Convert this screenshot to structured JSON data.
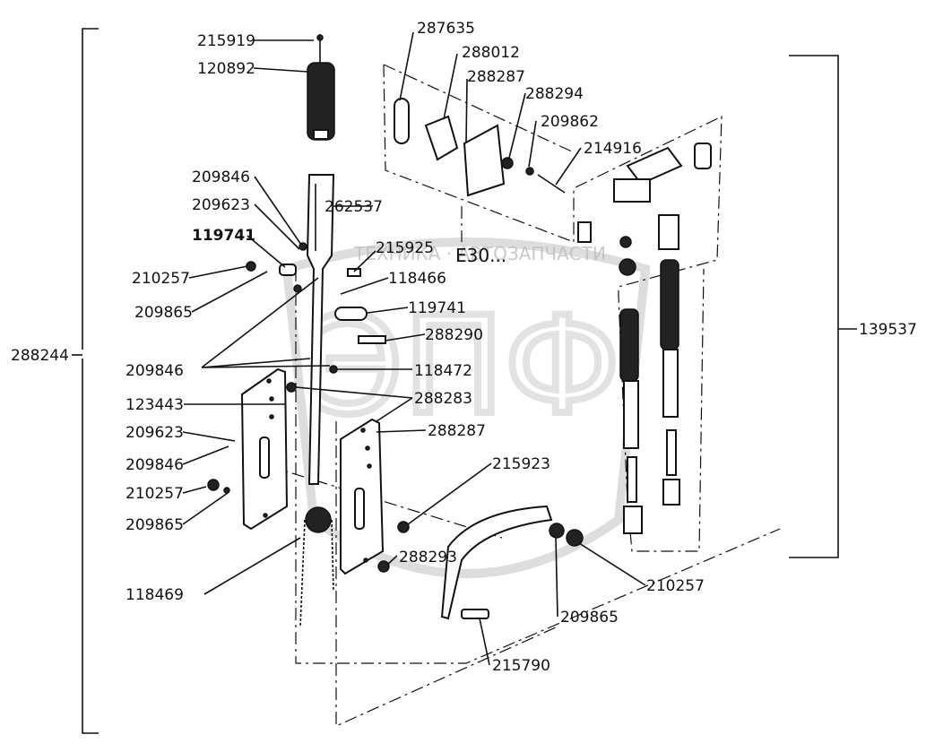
{
  "watermark": {
    "top_line": "ТЕХНИКА · АВТОЗАПЧАСТИ",
    "letters": "ЭПФ"
  },
  "center_marking": "Е30...",
  "labels": {
    "p215919": "215919",
    "p120892": "120892",
    "p209846_a": "209846",
    "p209623_a": "209623",
    "p119741_a": "119741",
    "p210257_a": "210257",
    "p209865_a": "209865",
    "p209846_b": "209846",
    "p123443": "123443",
    "p209623_b": "209623",
    "p209846_c": "209846",
    "p210257_b": "210257",
    "p209865_b": "209865",
    "p118469": "118469",
    "p288244": "288244",
    "p287635": "287635",
    "p288012": "288012",
    "p288287_a": "288287",
    "p288294": "288294",
    "p209862": "209862",
    "p214916": "214916",
    "p262537": "262537",
    "p215925": "215925",
    "p118466": "118466",
    "p119741_b": "119741",
    "p288290": "288290",
    "p118472": "118472",
    "p288283": "288283",
    "p288287_b": "288287",
    "p215923": "215923",
    "p288293": "288293",
    "p210257_c": "210257",
    "p209865_c": "209865",
    "p215790": "215790",
    "p139537": "139537"
  }
}
